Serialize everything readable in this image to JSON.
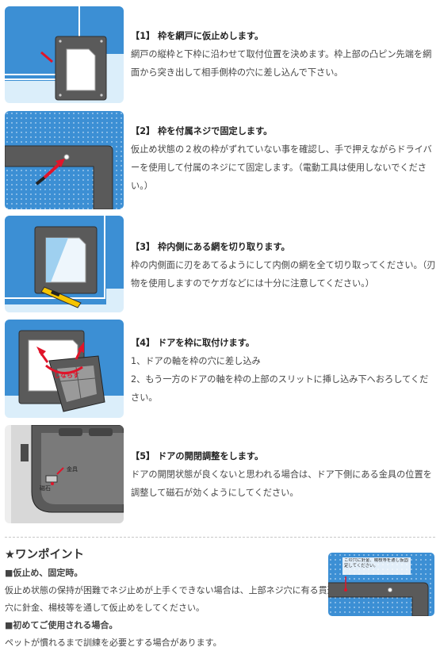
{
  "steps": [
    {
      "title": "【1】 枠を網戸に仮止めします。",
      "body": "網戸の縦枠と下枠に沿わせて取付位置を決めます。枠上部の凸ピン先端を網面から突き出して相手側枠の穴に差し込んで下さい。"
    },
    {
      "title": "【2】 枠を付属ネジで固定します。",
      "body": "仮止め状態の２枚の枠がずれていない事を確認し、手で押えながらドライバーを使用して付属のネジにて固定します。（電動工具は使用しないでください。）"
    },
    {
      "title": "【3】 枠内側にある網を切り取ります。",
      "body": "枠の内側面に刃をあてるようにして内側の網を全て切り取ってください。（刃物を使用しますのでケガなどには十分に注意してください。）"
    },
    {
      "title": "【4】 ドアを枠に取付けます。",
      "line1": "1、ドアの軸を枠の穴に差し込み",
      "line2": "2、もう一方のドアの軸を枠の上部のスリットに挿し込み下へおろしてください。",
      "label": "しならす"
    },
    {
      "title": "【5】 ドアの開閉調整をします。",
      "body": "ドアの開閉状態が良くないと思われる場合は、ドア下側にある金具の位置を調整して磁石が効くようにしてください。",
      "label1": "金具",
      "label2": "磁石"
    }
  ],
  "onepoint": {
    "heading": "★ワンポイント",
    "sub1": "■仮止め、固定時。",
    "text1": "仮止め状態の保持が困難でネジ止めが上手くできない場合は、上部ネジ穴に有る貫通穴に針金、楊枝等を通して仮止めをしてください。",
    "sub2": "■初めてご使用される場合。",
    "text2": "ペットが慣れるまで訓練を必要とする場合があります。",
    "thumb_note": "この穴に針金、楊枝等を通し仮固定してください。"
  },
  "colors": {
    "sky": "#dbeefa",
    "mesh": "#3c8fd4",
    "frame": "#5a5a5a",
    "arrow": "#e0142a"
  }
}
